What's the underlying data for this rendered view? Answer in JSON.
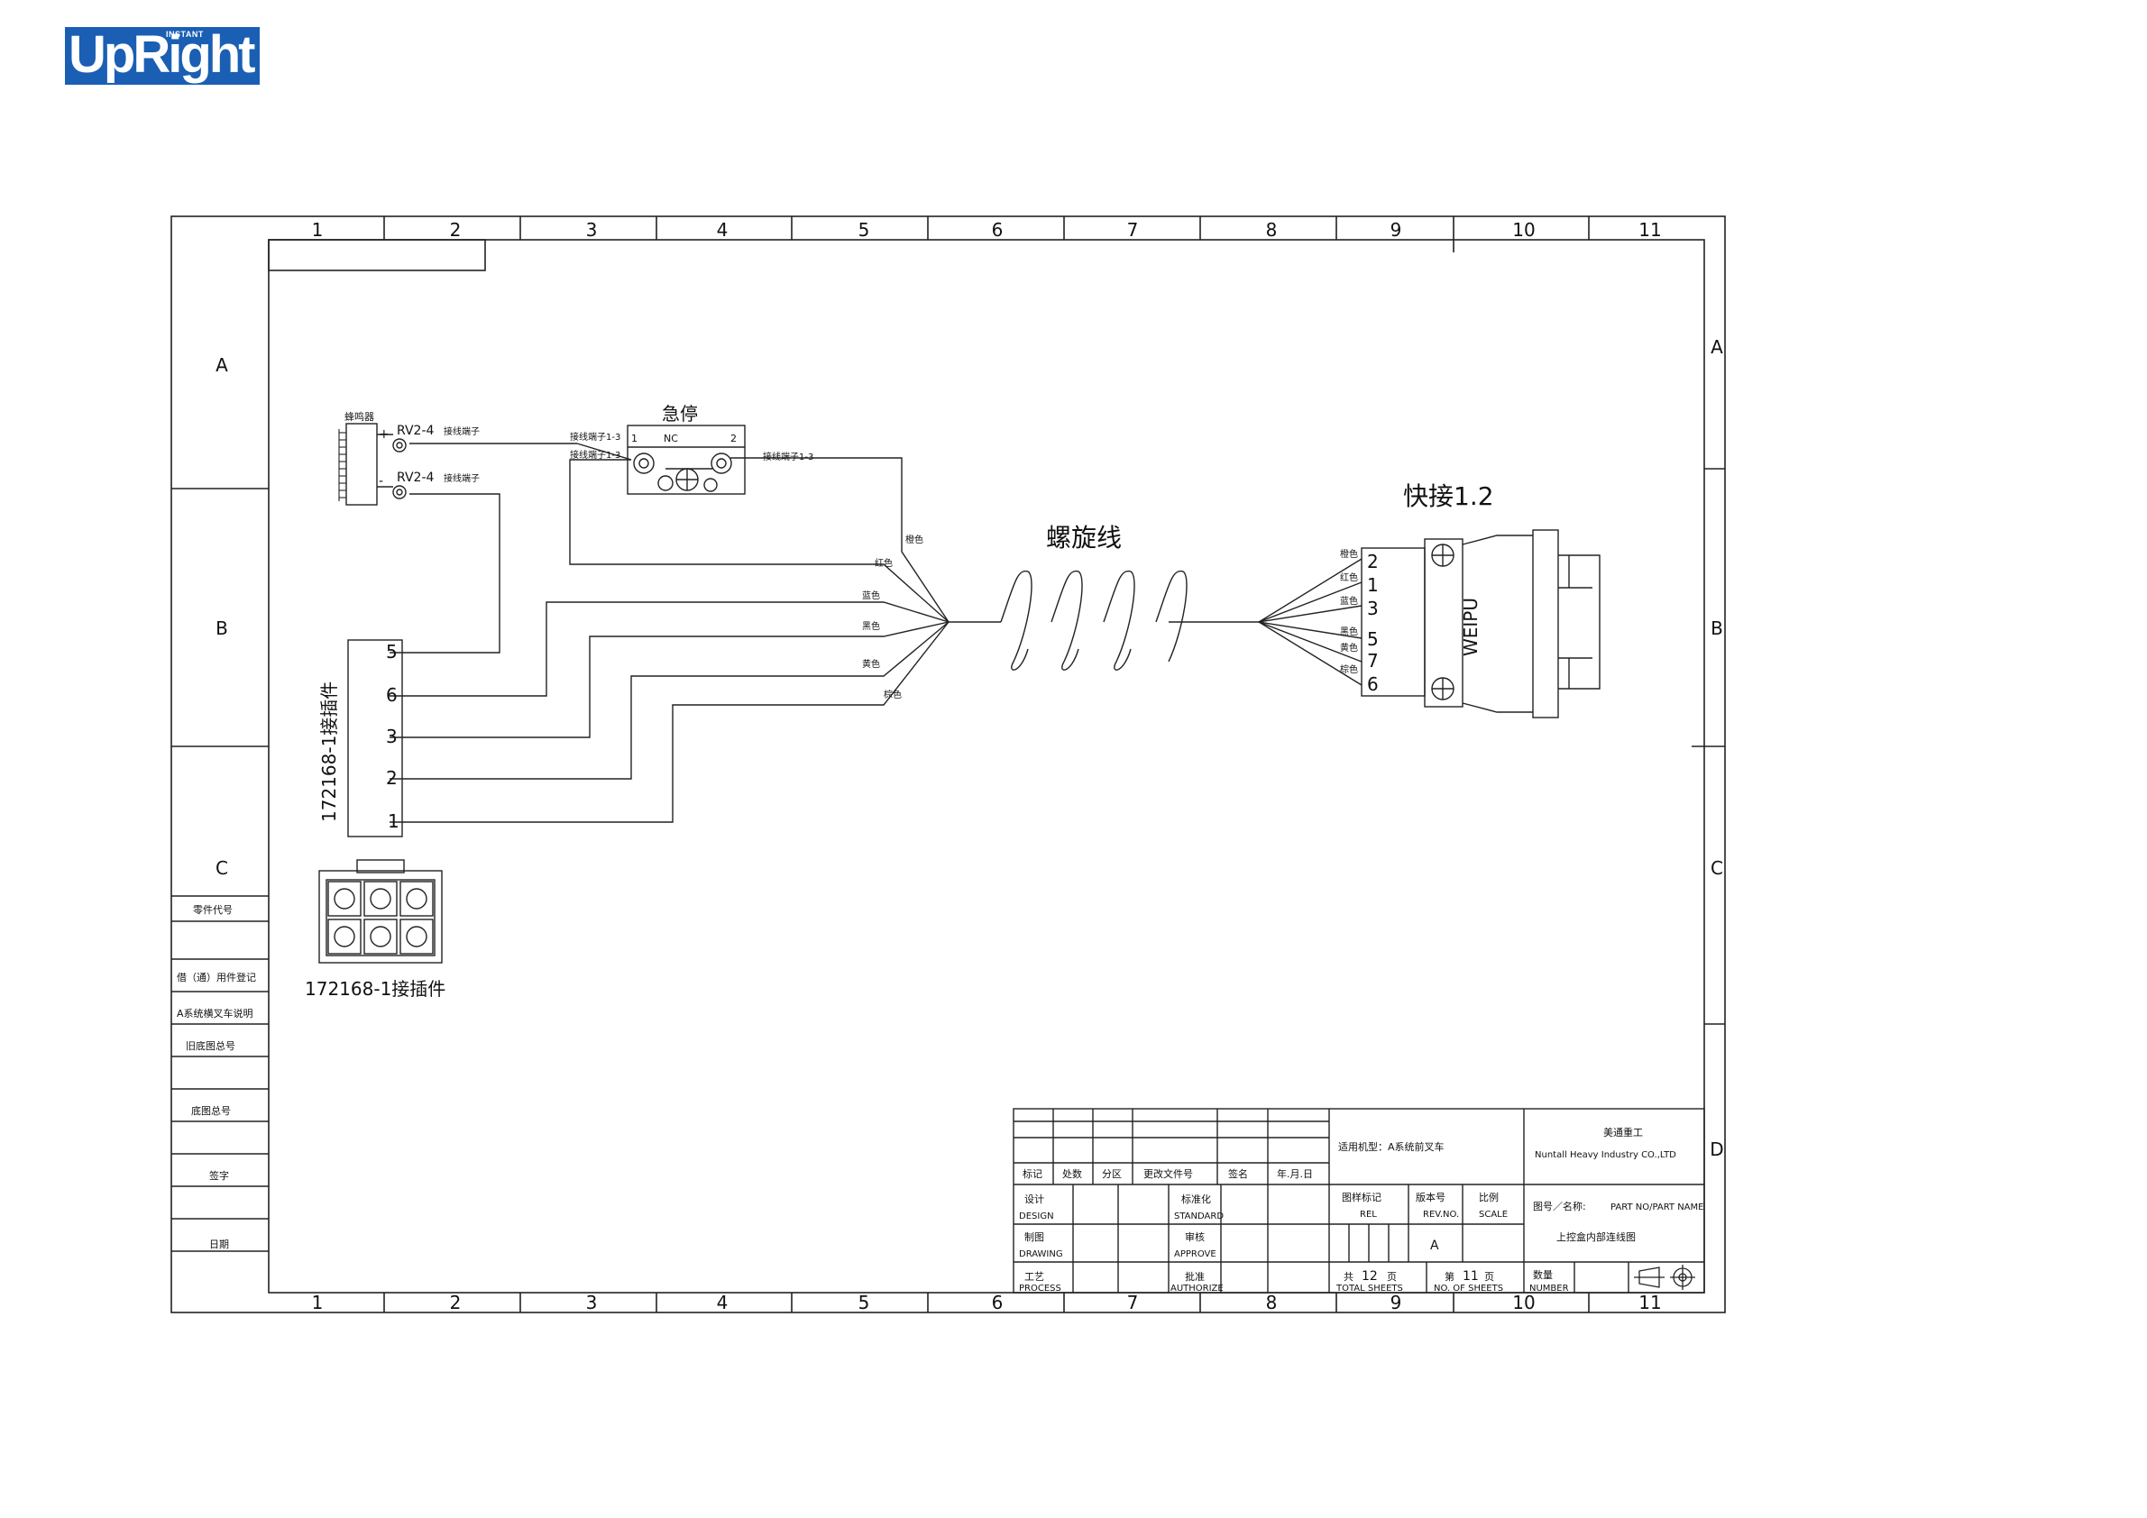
{
  "logo": {
    "brand": "UpRight",
    "tag": "INSTANT"
  },
  "frame": {
    "columns": [
      "1",
      "2",
      "3",
      "4",
      "5",
      "6",
      "7",
      "8",
      "9",
      "10",
      "11"
    ],
    "rows": [
      "A",
      "B",
      "C",
      "D"
    ]
  },
  "left_strip": {
    "part_code": "零件代号",
    "borrow_record": "借（通）用件登记",
    "system_note": "A系统横叉车说明",
    "old_drawing_no": "旧底图总号",
    "base_drawing_no": "底图总号",
    "signature": "签字",
    "date": "日期"
  },
  "components": {
    "buzzer": "蜂鸣器",
    "rv_top": "RV2-4",
    "rv_bottom": "RV2-4",
    "rv_suffix": "接线端子",
    "plus": "+",
    "minus": "-",
    "estop_title": "急停",
    "estop_nc": "NC",
    "estop_pin1": "1",
    "estop_pin2": "2",
    "estop_term_a": "接线端子1-3",
    "estop_term_b": "接线端子1-3",
    "estop_term_c": "接线端子1-3",
    "coil_label": "螺旋线",
    "quick_connector": "快接1.2",
    "weipu": "WEIPU",
    "connector_part": "172168-1接插件",
    "connector_caption": "172168-1接插件"
  },
  "connector_pins": [
    "5",
    "6",
    "3",
    "2",
    "1"
  ],
  "harness_wires": {
    "orange": "橙色",
    "red": "红色",
    "blue": "蓝色",
    "black": "黑色",
    "yellow": "黄色",
    "brown": "棕色"
  },
  "quick_pins": [
    {
      "color": "橙色",
      "pin": "2"
    },
    {
      "color": "红色",
      "pin": "1"
    },
    {
      "color": "蓝色",
      "pin": "3"
    },
    {
      "color": "黑色",
      "pin": "5"
    },
    {
      "color": "黄色",
      "pin": "7"
    },
    {
      "color": "棕色",
      "pin": "6"
    }
  ],
  "title_block": {
    "h_mark": "标记",
    "h_count": "处数",
    "h_zone": "分区",
    "h_change_doc": "更改文件号",
    "h_sign": "签名",
    "h_date": "年.月.日",
    "design_cn": "设计",
    "design_en": "DESIGN",
    "drawing_cn": "制图",
    "drawing_en": "DRAWING",
    "process_cn": "工艺",
    "process_en": "PROCESS",
    "standard_cn": "标准化",
    "standard_en": "STANDARD",
    "approve_cn": "审核",
    "approve_en": "APPROVE",
    "authorize_cn": "批准",
    "authorize_en": "AUTHORIZE",
    "applicable_model": "适用机型：A系统前叉车",
    "company_cn": "美通重工",
    "company_en": "Nuntall Heavy Industry CO.,LTD",
    "rel_cn": "图样标记",
    "rel_en": "REL",
    "rev_cn": "版本号",
    "rev_en": "REV.NO.",
    "scale_cn": "比例",
    "scale_en": "SCALE",
    "rev_value": "A",
    "part_no_cn": "图号／名称:",
    "part_no_en": "PART NO/PART NAME",
    "part_name": "上控盒内部连线图",
    "total_cn_a": "共",
    "total_value": "12",
    "total_cn_b": "页",
    "total_en": "TOTAL SHEETS",
    "sheet_cn_a": "第",
    "sheet_value": "11",
    "sheet_cn_b": "页",
    "sheet_en": "NO. OF SHEETS",
    "number_cn": "数量",
    "number_en": "NUMBER"
  }
}
